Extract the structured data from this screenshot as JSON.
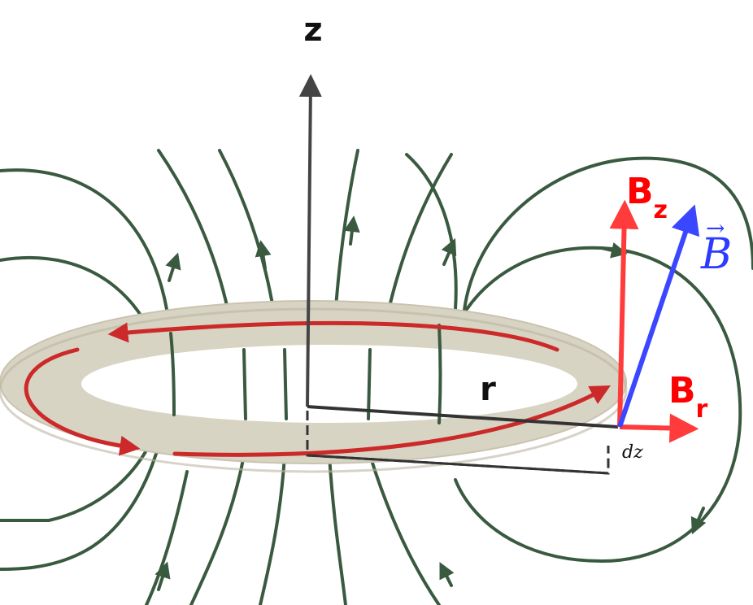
{
  "labels": {
    "z_axis": "z",
    "radius": "r",
    "bz_main": "B",
    "bz_sub": "z",
    "br_main": "B",
    "br_sub": "r",
    "b_vector": "B",
    "b_vector_accent": "→",
    "dz": "dz"
  },
  "colors": {
    "field_line": "#3a5a40",
    "ring": "#d8d4c4",
    "ring_edge": "#c9c3b0",
    "current": "#cc2a2a",
    "axis": "#444444",
    "component": "#ff3b3b",
    "vector": "#3a46ff",
    "label_red": "#ff0000",
    "label_blue": "#2b3bff"
  },
  "icons": {
    "field_arrow": "arrowhead-icon",
    "current_arrow": "arrowhead-icon"
  }
}
